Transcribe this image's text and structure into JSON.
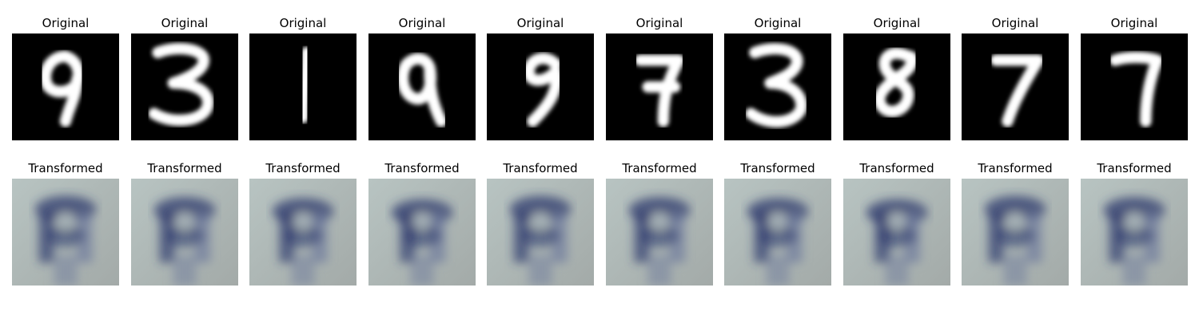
{
  "rows": [
    {
      "label": "Original",
      "digits": [
        "9",
        "3",
        "1",
        "9",
        "9",
        "7",
        "3",
        "8",
        "7",
        "7"
      ],
      "background": "#000000",
      "foreground": "#ffffff"
    },
    {
      "label": "Transformed",
      "panels": 10,
      "palette": {
        "base": "#a3aaa8",
        "dark": "#2f3a6e",
        "mid": "#6e7a9c",
        "tint": "#b8c4c2"
      }
    }
  ],
  "cells": [
    {
      "orig_label": "Original",
      "trans_label": "Transformed"
    },
    {
      "orig_label": "Original",
      "trans_label": "Transformed"
    },
    {
      "orig_label": "Original",
      "trans_label": "Transformed"
    },
    {
      "orig_label": "Original",
      "trans_label": "Transformed"
    },
    {
      "orig_label": "Original",
      "trans_label": "Transformed"
    },
    {
      "orig_label": "Original",
      "trans_label": "Transformed"
    },
    {
      "orig_label": "Original",
      "trans_label": "Transformed"
    },
    {
      "orig_label": "Original",
      "trans_label": "Transformed"
    },
    {
      "orig_label": "Original",
      "trans_label": "Transformed"
    },
    {
      "orig_label": "Original",
      "trans_label": "Transformed"
    }
  ]
}
